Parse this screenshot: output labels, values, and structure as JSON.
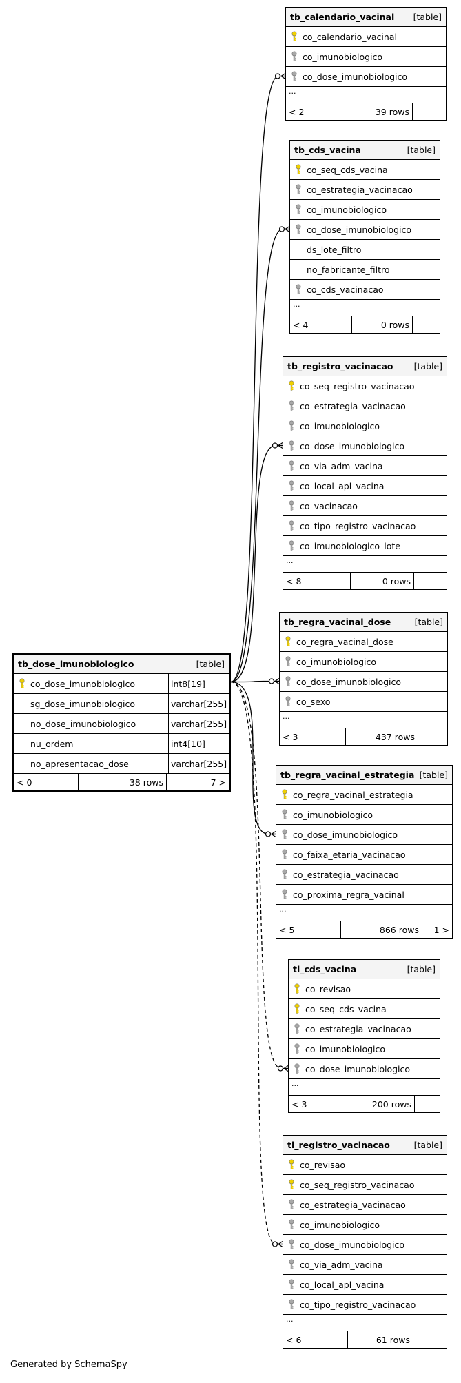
{
  "colors": {
    "primary_key": "#f0d000",
    "foreign_key": "#a8a8a8"
  },
  "icons": {
    "primary_key": "pk-key-icon",
    "foreign_key": "fk-key-icon"
  },
  "footer": {
    "generated_by": "Generated by SchemaSpy"
  },
  "tables": [
    {
      "name": "tb_dose_imunobiologico",
      "type": "[table]",
      "main": true,
      "columns": [
        {
          "name": "co_dose_imunobiologico",
          "key": "pk",
          "datatype": "int8[19]"
        },
        {
          "name": "sg_dose_imunobiologico",
          "key": "",
          "datatype": "varchar[255]"
        },
        {
          "name": "no_dose_imunobiologico",
          "key": "",
          "datatype": "varchar[255]"
        },
        {
          "name": "nu_ordem",
          "key": "",
          "datatype": "int4[10]"
        },
        {
          "name": "no_apresentacao_dose",
          "key": "",
          "datatype": "varchar[255]"
        }
      ],
      "more": false,
      "footer": [
        "< 0",
        "38 rows",
        "7 >"
      ]
    },
    {
      "name": "tb_calendario_vacinal",
      "type": "[table]",
      "columns": [
        {
          "name": "co_calendario_vacinal",
          "key": "pk"
        },
        {
          "name": "co_imunobiologico",
          "key": "fk"
        },
        {
          "name": "co_dose_imunobiologico",
          "key": "fk"
        }
      ],
      "more": true,
      "footer": [
        "< 2",
        "39 rows",
        ""
      ]
    },
    {
      "name": "tb_cds_vacina",
      "type": "[table]",
      "columns": [
        {
          "name": "co_seq_cds_vacina",
          "key": "pk"
        },
        {
          "name": "co_estrategia_vacinacao",
          "key": "fk"
        },
        {
          "name": "co_imunobiologico",
          "key": "fk"
        },
        {
          "name": "co_dose_imunobiologico",
          "key": "fk"
        },
        {
          "name": "ds_lote_filtro",
          "key": ""
        },
        {
          "name": "no_fabricante_filtro",
          "key": ""
        },
        {
          "name": "co_cds_vacinacao",
          "key": "fk"
        }
      ],
      "more": true,
      "footer": [
        "< 4",
        "0 rows",
        ""
      ]
    },
    {
      "name": "tb_registro_vacinacao",
      "type": "[table]",
      "columns": [
        {
          "name": "co_seq_registro_vacinacao",
          "key": "pk"
        },
        {
          "name": "co_estrategia_vacinacao",
          "key": "fk"
        },
        {
          "name": "co_imunobiologico",
          "key": "fk"
        },
        {
          "name": "co_dose_imunobiologico",
          "key": "fk"
        },
        {
          "name": "co_via_adm_vacina",
          "key": "fk"
        },
        {
          "name": "co_local_apl_vacina",
          "key": "fk"
        },
        {
          "name": "co_vacinacao",
          "key": "fk"
        },
        {
          "name": "co_tipo_registro_vacinacao",
          "key": "fk"
        },
        {
          "name": "co_imunobiologico_lote",
          "key": "fk"
        }
      ],
      "more": true,
      "footer": [
        "< 8",
        "0 rows",
        ""
      ]
    },
    {
      "name": "tb_regra_vacinal_dose",
      "type": "[table]",
      "columns": [
        {
          "name": "co_regra_vacinal_dose",
          "key": "pk"
        },
        {
          "name": "co_imunobiologico",
          "key": "fk"
        },
        {
          "name": "co_dose_imunobiologico",
          "key": "fk"
        },
        {
          "name": "co_sexo",
          "key": "fk"
        }
      ],
      "more": true,
      "footer": [
        "< 3",
        "437 rows",
        ""
      ]
    },
    {
      "name": "tb_regra_vacinal_estrategia",
      "type": "[table]",
      "columns": [
        {
          "name": "co_regra_vacinal_estrategia",
          "key": "pk"
        },
        {
          "name": "co_imunobiologico",
          "key": "fk"
        },
        {
          "name": "co_dose_imunobiologico",
          "key": "fk"
        },
        {
          "name": "co_faixa_etaria_vacinacao",
          "key": "fk"
        },
        {
          "name": "co_estrategia_vacinacao",
          "key": "fk"
        },
        {
          "name": "co_proxima_regra_vacinal",
          "key": "fk"
        }
      ],
      "more": true,
      "footer": [
        "< 5",
        "866 rows",
        "1 >"
      ]
    },
    {
      "name": "tl_cds_vacina",
      "type": "[table]",
      "columns": [
        {
          "name": "co_revisao",
          "key": "pk"
        },
        {
          "name": "co_seq_cds_vacina",
          "key": "pk"
        },
        {
          "name": "co_estrategia_vacinacao",
          "key": "fk"
        },
        {
          "name": "co_imunobiologico",
          "key": "fk"
        },
        {
          "name": "co_dose_imunobiologico",
          "key": "fk"
        }
      ],
      "more": true,
      "footer": [
        "< 3",
        "200 rows",
        ""
      ]
    },
    {
      "name": "tl_registro_vacinacao",
      "type": "[table]",
      "columns": [
        {
          "name": "co_revisao",
          "key": "pk"
        },
        {
          "name": "co_seq_registro_vacinacao",
          "key": "pk"
        },
        {
          "name": "co_estrategia_vacinacao",
          "key": "fk"
        },
        {
          "name": "co_imunobiologico",
          "key": "fk"
        },
        {
          "name": "co_dose_imunobiologico",
          "key": "fk"
        },
        {
          "name": "co_via_adm_vacina",
          "key": "fk"
        },
        {
          "name": "co_local_apl_vacina",
          "key": "fk"
        },
        {
          "name": "co_tipo_registro_vacinacao",
          "key": "fk"
        }
      ],
      "more": true,
      "footer": [
        "< 6",
        "61 rows",
        ""
      ]
    }
  ],
  "relationships": [
    {
      "from": "tb_calendario_vacinal",
      "to": "tb_dose_imunobiologico",
      "style": "solid"
    },
    {
      "from": "tb_cds_vacina",
      "to": "tb_dose_imunobiologico",
      "style": "solid"
    },
    {
      "from": "tb_registro_vacinacao",
      "to": "tb_dose_imunobiologico",
      "style": "solid"
    },
    {
      "from": "tb_regra_vacinal_dose",
      "to": "tb_dose_imunobiologico",
      "style": "solid"
    },
    {
      "from": "tb_regra_vacinal_estrategia",
      "to": "tb_dose_imunobiologico",
      "style": "solid"
    },
    {
      "from": "tl_cds_vacina",
      "to": "tb_dose_imunobiologico",
      "style": "dashed"
    },
    {
      "from": "tl_registro_vacinacao",
      "to": "tb_dose_imunobiologico",
      "style": "dashed"
    }
  ]
}
